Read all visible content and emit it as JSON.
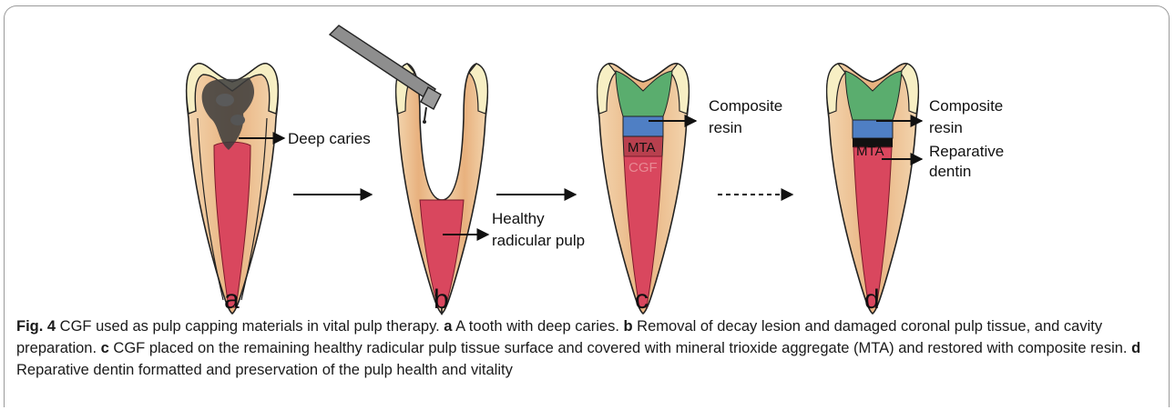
{
  "labels": {
    "deep_caries": "Deep caries",
    "healthy_pulp_1": "Healthy",
    "healthy_pulp_2": "radicular pulp",
    "composite_c_1": "Composite",
    "composite_c_2": "resin",
    "composite_d_1": "Composite",
    "composite_d_2": "resin",
    "reparative_1": "Reparative",
    "reparative_2": "dentin",
    "mta": "MTA",
    "cgf": "CGF"
  },
  "panels": [
    "a",
    "b",
    "c",
    "d"
  ],
  "caption": {
    "fig": "Fig. 4",
    "intro": " CGF used as pulp capping materials in vital pulp therapy. ",
    "a_key": "a",
    "a_text": " A tooth with deep caries. ",
    "b_key": "b",
    "b_text": " Removal of decay lesion and damaged coronal pulp tissue, and cavity preparation. ",
    "c_key": "c",
    "c_text": " CGF placed on the remaining healthy radicular pulp tissue surface and covered with mineral trioxide aggregate (MTA) and restored with composite resin. ",
    "d_key": "d",
    "d_text": " Reparative dentin formatted and preservation of the pulp health and vitality"
  },
  "colors": {
    "enamel": "#f7efc4",
    "dentin": "#e9b98a",
    "pulp": "#d9475e",
    "composite": "#5aad6e",
    "mta": "#4f7fc4",
    "caries": "#3a3a3a",
    "reparative": "#111111"
  }
}
